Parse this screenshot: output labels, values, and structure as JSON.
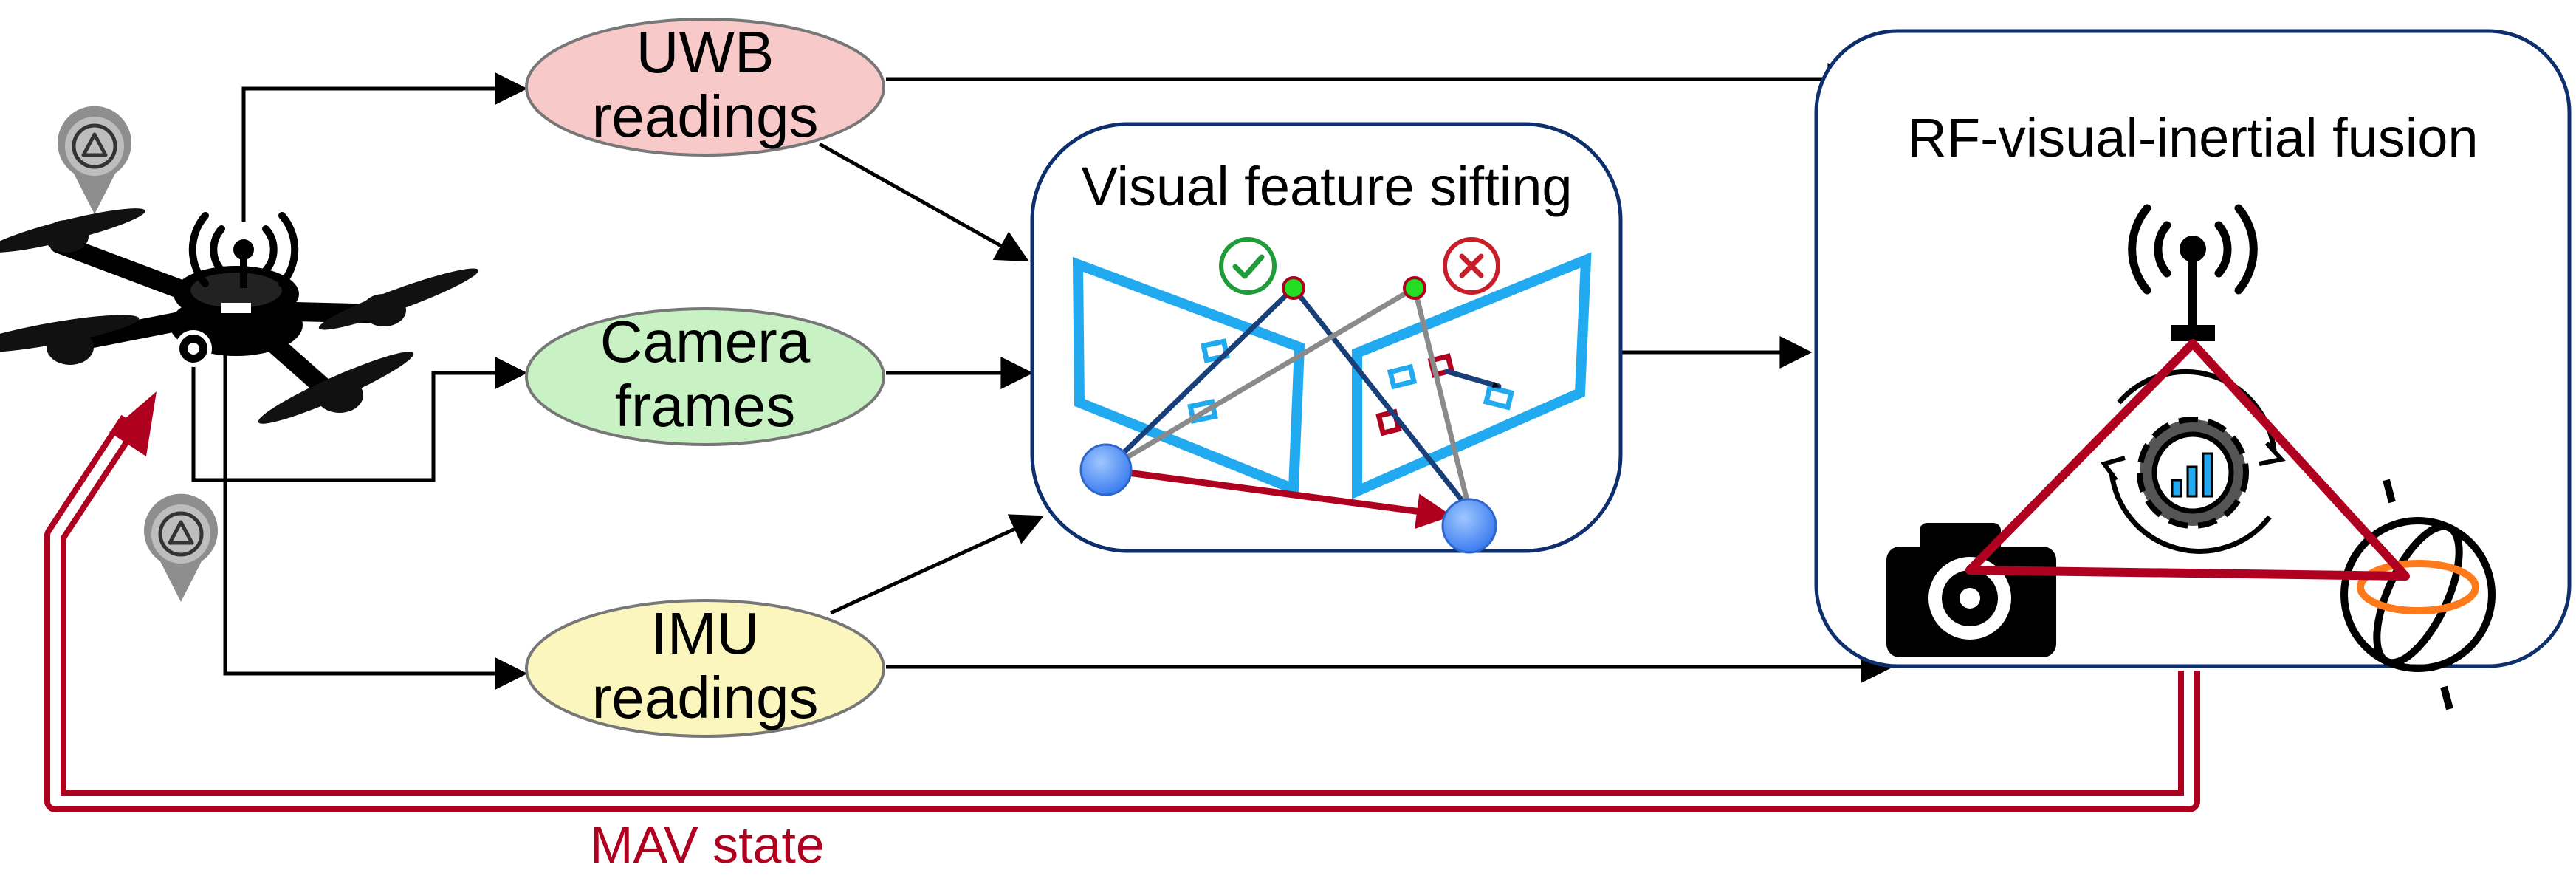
{
  "nodes": {
    "uwb": {
      "line1": "UWB",
      "line2": "readings",
      "fill": "#f8c9c9"
    },
    "camera": {
      "line1": "Camera",
      "line2": "frames",
      "fill": "#c8f2c3"
    },
    "imu": {
      "line1": "IMU",
      "line2": "readings",
      "fill": "#fbf6be"
    }
  },
  "boxes": {
    "sifting": {
      "title": "Visual feature sifting"
    },
    "fusion": {
      "title": "RF-visual-inertial fusion"
    }
  },
  "feedback": {
    "label": "MAV state"
  },
  "colors": {
    "box_border": "#0d2f6e",
    "feedback_red": "#b00020",
    "frame_blue": "#22aaf0",
    "ray_navy": "#183f7a",
    "ray_gray": "#8a8a8a",
    "check_green": "#1f9b3a",
    "cross_red": "#c81e2a",
    "point_green": "#22dd22"
  },
  "icons": [
    "drone-icon",
    "location-pin-icon",
    "antenna-icon",
    "camera-icon",
    "gear-icon",
    "imu-gyroscope-icon",
    "check-icon",
    "cross-icon"
  ]
}
